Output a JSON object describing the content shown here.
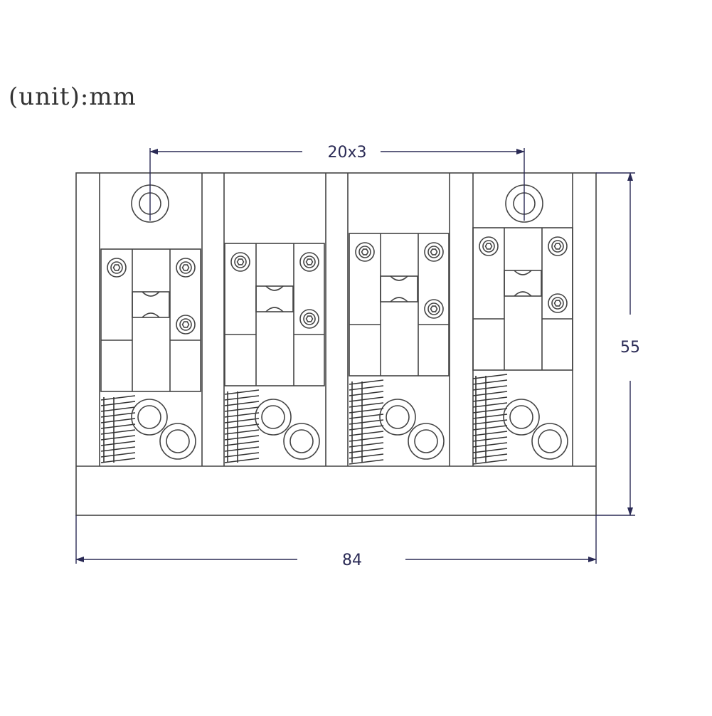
{
  "unit_label": "(unit):mm",
  "dimensions": {
    "string_spacing": "20x3",
    "height": "55",
    "width": "84"
  },
  "saddle_count": 4,
  "mounting_hole_count": 2
}
